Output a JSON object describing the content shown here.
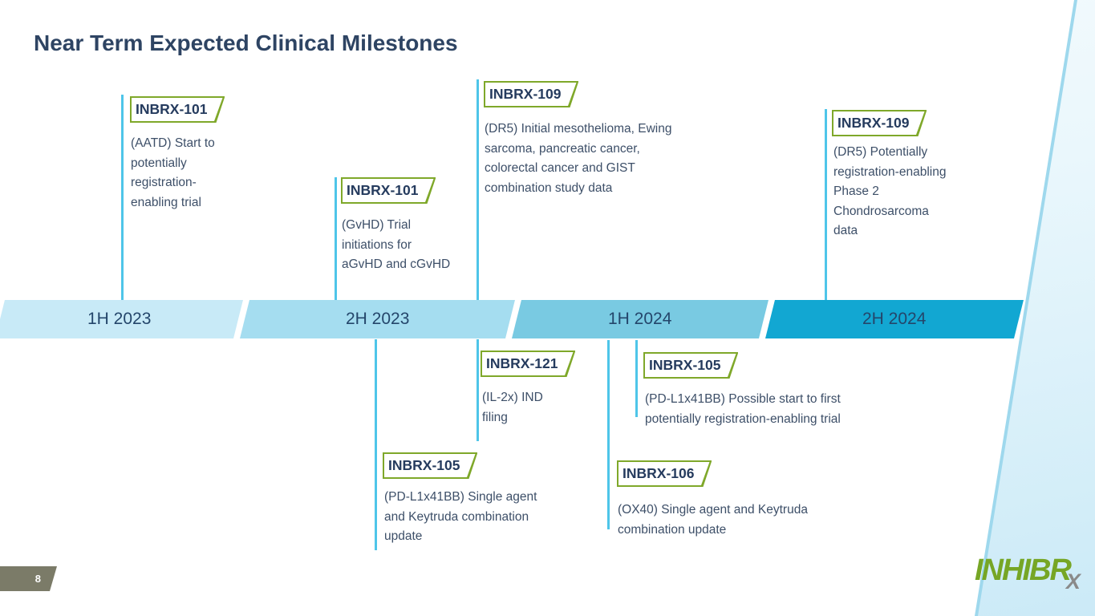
{
  "title": "Near Term Expected Clinical Milestones",
  "page_number": "8",
  "logo": {
    "main": "INHIBR",
    "sub": "X"
  },
  "timeline": {
    "segments": [
      {
        "label": "1H 2023",
        "color": "#C8EAF7"
      },
      {
        "label": "2H 2023",
        "color": "#A5DDF0"
      },
      {
        "label": "1H 2024",
        "color": "#79CAE2"
      },
      {
        "label": "2H 2024",
        "color": "#12A7D2"
      }
    ]
  },
  "milestones": {
    "above": [
      {
        "tag": "INBRX-101",
        "desc": "(AATD) Start to potentially registration-enabling trial",
        "period": "1H 2023"
      },
      {
        "tag": "INBRX-101",
        "desc": "(GvHD) Trial initiations for aGvHD and cGvHD",
        "period": "2H 2023"
      },
      {
        "tag": "INBRX-109",
        "desc": "(DR5) Initial mesothelioma, Ewing sarcoma, pancreatic cancer, colorectal cancer and GIST combination study data",
        "period": "1H 2024"
      },
      {
        "tag": "INBRX-109",
        "desc": "(DR5) Potentially registration-enabling Phase 2 Chondrosarcoma data",
        "period": "2H 2024"
      }
    ],
    "below": [
      {
        "tag": "INBRX-121",
        "desc": "(IL-2x) IND filing",
        "period": "2H 2023"
      },
      {
        "tag": "INBRX-105",
        "desc": "(PD-L1x41BB) Single agent and Keytruda combination update",
        "period": "2H 2023"
      },
      {
        "tag": "INBRX-105",
        "desc": "(PD-L1x41BB) Possible start to first potentially registration-enabling trial",
        "period": "1H 2024"
      },
      {
        "tag": "INBRX-106",
        "desc": "(OX40) Single agent and Keytruda combination update",
        "period": "1H 2024"
      }
    ]
  },
  "colors": {
    "accent_green": "#7FA82A",
    "connector_blue": "#4EC5E9",
    "navy_text": "#2E4463",
    "badge_olive": "#7B7B68",
    "logo_green": "#76A625",
    "logo_x_gray": "#8A8A8A"
  }
}
